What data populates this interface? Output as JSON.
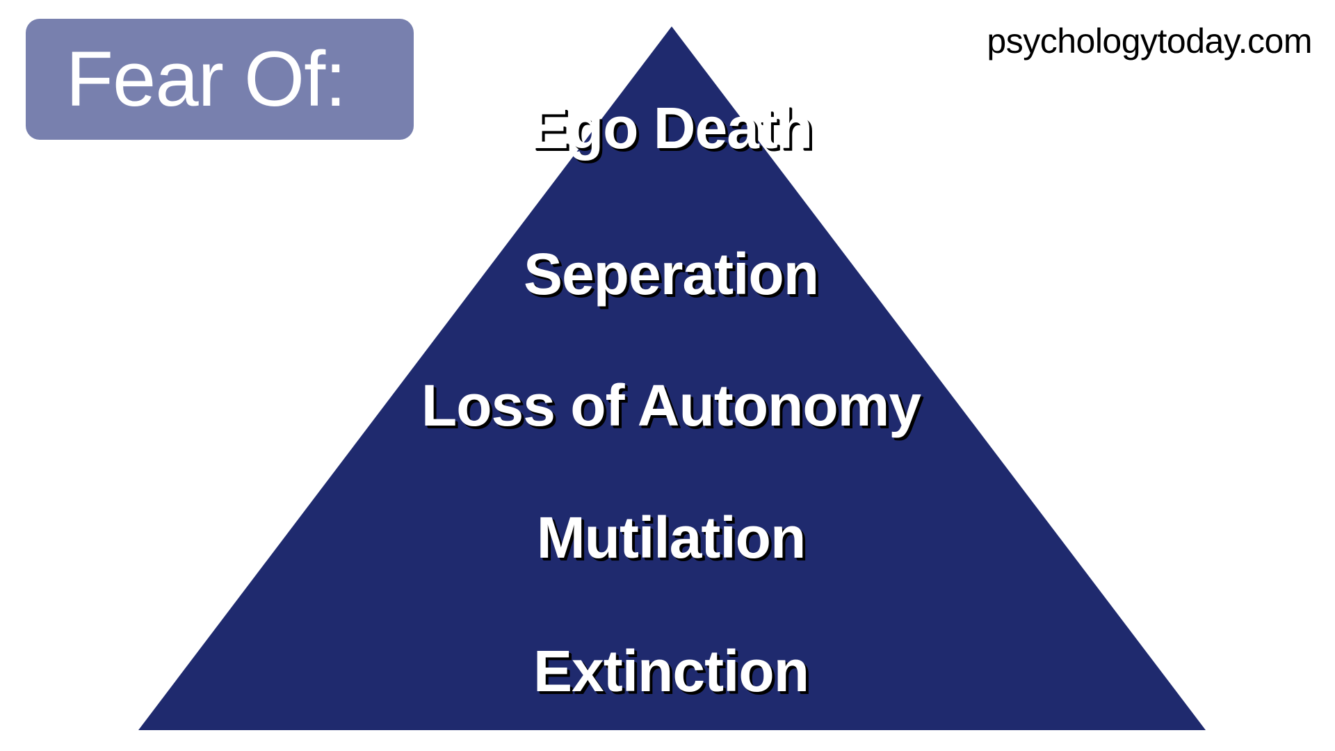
{
  "header": {
    "title": "Fear Of:",
    "source": "psychologytoday.com"
  },
  "pyramid": {
    "levels": [
      "Ego Death",
      "Seperation",
      "Loss of Autonomy",
      "Mutilation",
      "Extinction"
    ]
  },
  "colors": {
    "pyramid_fill": "#1f2a6e",
    "title_box": "#7880ae",
    "text": "#ffffff"
  }
}
